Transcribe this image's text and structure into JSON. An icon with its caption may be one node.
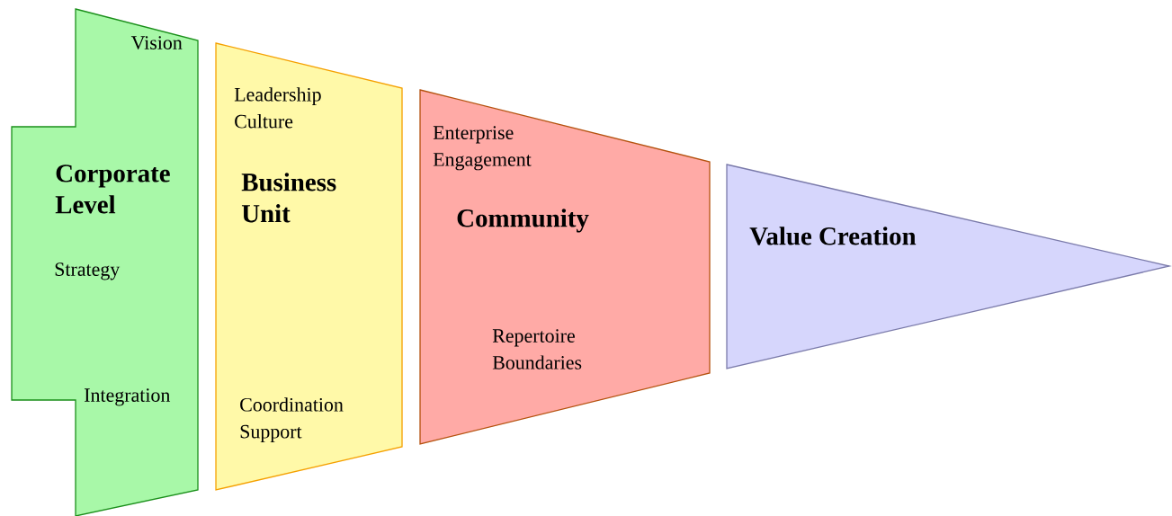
{
  "diagram": {
    "nodes": [
      {
        "text": [
          "Vision",
          "Corporate Level",
          "Strategy",
          "Integration"
        ]
      },
      {
        "text": [
          "Leadership Culture",
          "Business Unit",
          "Coordination Support"
        ]
      },
      {
        "text": [
          "Enterprise Engagement",
          "Community",
          "Repertoire Boundaries"
        ]
      },
      {
        "text": [
          "Value Creation"
        ]
      }
    ]
  }
}
